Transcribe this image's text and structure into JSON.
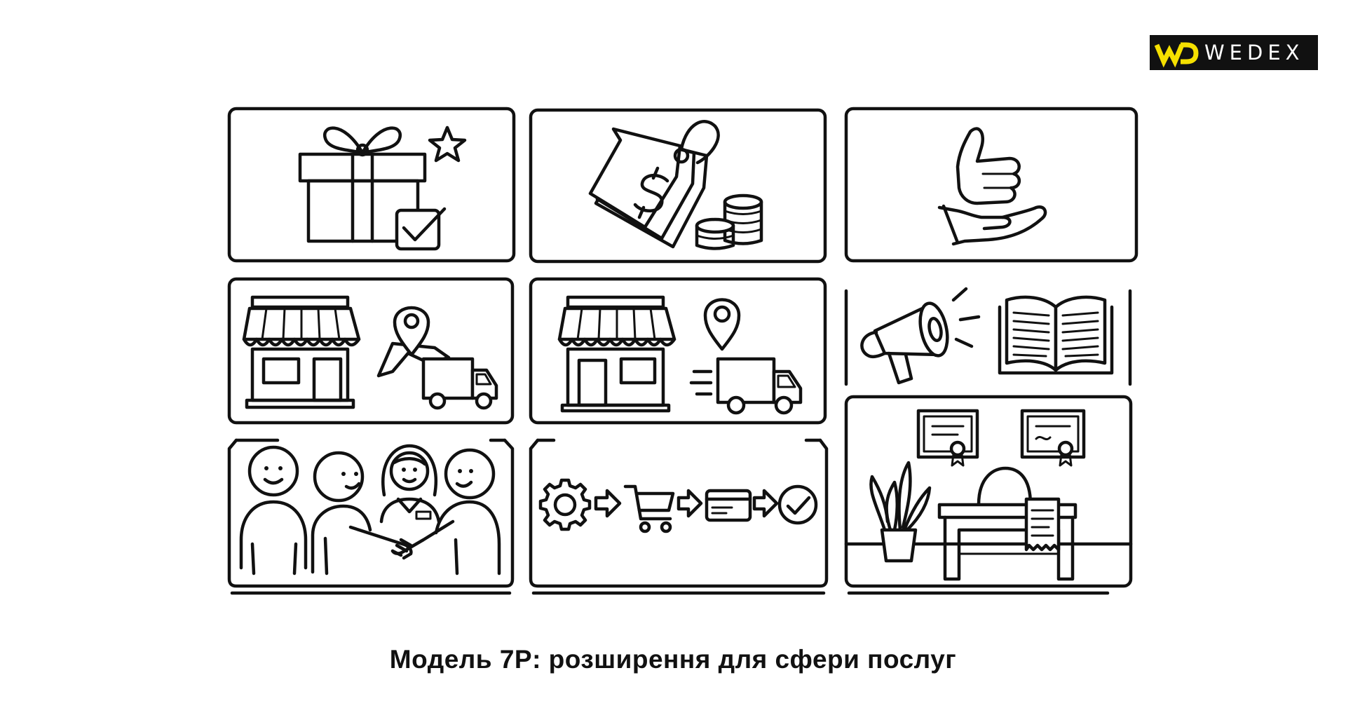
{
  "brand": {
    "name": "WEDEX"
  },
  "caption": "Модель 7P: розширення для сфери послуг",
  "colors": {
    "ink": "#111111",
    "background": "#ffffff",
    "logo_bg": "#111111",
    "logo_accent": "#f5e000"
  },
  "panels": [
    {
      "id": "product",
      "icons": [
        "gift-box-icon",
        "star-icon",
        "checkbox-icon"
      ]
    },
    {
      "id": "price",
      "icons": [
        "price-tag-icon",
        "dollar-icon",
        "coin-stack-icon"
      ]
    },
    {
      "id": "promotion-approval",
      "icons": [
        "thumbs-up-hand-icon"
      ]
    },
    {
      "id": "place",
      "icons": [
        "storefront-icon",
        "map-pin-icon",
        "map-icon",
        "delivery-truck-icon"
      ]
    },
    {
      "id": "distribution",
      "icons": [
        "storefront-icon",
        "map-pin-icon",
        "delivery-truck-icon"
      ]
    },
    {
      "id": "promotion",
      "icons": [
        "megaphone-icon",
        "open-book-icon"
      ]
    },
    {
      "id": "people",
      "icons": [
        "person-icon",
        "person-icon",
        "staff-woman-icon",
        "person-icon",
        "handshake-icon"
      ]
    },
    {
      "id": "process",
      "icons": [
        "gear-icon",
        "arrow-right-icon",
        "shopping-cart-icon",
        "arrow-right-icon",
        "credit-card-icon",
        "arrow-right-icon",
        "check-circle-icon"
      ]
    },
    {
      "id": "physical-evidence",
      "icons": [
        "certificate-icon",
        "certificate-icon",
        "plant-icon",
        "office-chair-icon",
        "desk-icon",
        "receipt-icon"
      ]
    }
  ]
}
